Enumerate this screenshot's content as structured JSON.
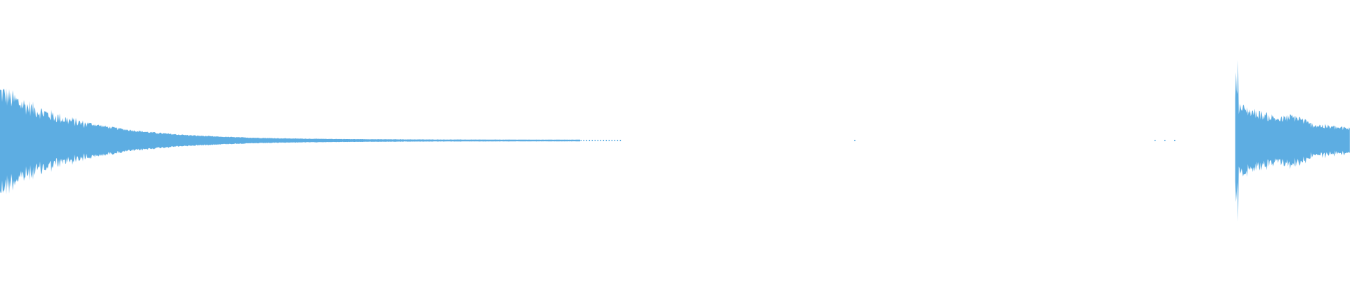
{
  "waveform": {
    "color": "#5dade2",
    "background": "#ffffff",
    "segments": [
      {
        "name": "decay-tail-start",
        "start": 0.0,
        "end": 0.43,
        "peak": 0.4,
        "shape": "exp-decay"
      },
      {
        "name": "sparse-dots",
        "start": 0.43,
        "end": 0.88,
        "peak": 0.01,
        "shape": "sparse"
      },
      {
        "name": "burst-end",
        "start": 0.915,
        "end": 1.0,
        "peak": 0.6,
        "shape": "burst-decay"
      }
    ]
  }
}
